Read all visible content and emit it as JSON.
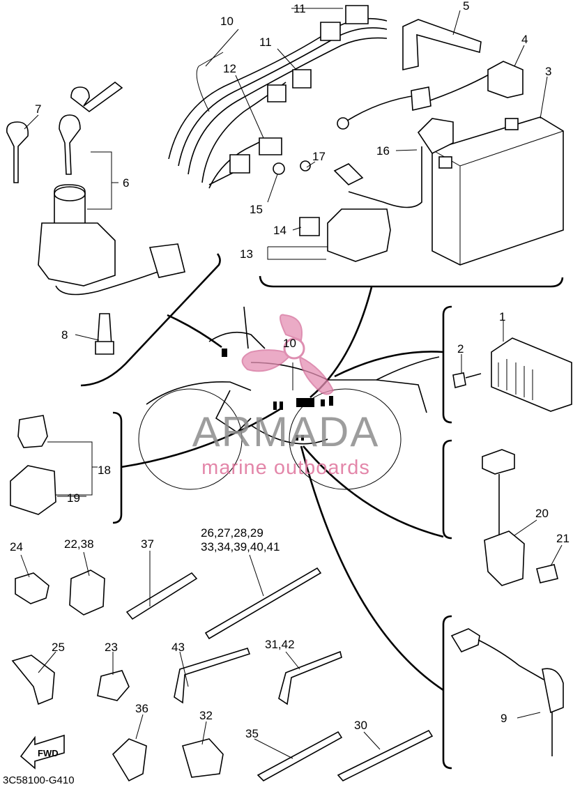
{
  "watermark": {
    "brand": "ARMADA",
    "tagline": "marine outboards"
  },
  "diagram_code": "3C58100-G410",
  "fwd_arrow_label": "FWD",
  "callouts": [
    {
      "id": "c1",
      "text": "1"
    },
    {
      "id": "c2",
      "text": "2"
    },
    {
      "id": "c3",
      "text": "3"
    },
    {
      "id": "c4",
      "text": "4"
    },
    {
      "id": "c5",
      "text": "5"
    },
    {
      "id": "c6",
      "text": "6"
    },
    {
      "id": "c7",
      "text": "7"
    },
    {
      "id": "c8",
      "text": "8"
    },
    {
      "id": "c9",
      "text": "9"
    },
    {
      "id": "c10a",
      "text": "10"
    },
    {
      "id": "c10b",
      "text": "10"
    },
    {
      "id": "c11a",
      "text": "11"
    },
    {
      "id": "c11b",
      "text": "11"
    },
    {
      "id": "c12",
      "text": "12"
    },
    {
      "id": "c13",
      "text": "13"
    },
    {
      "id": "c14",
      "text": "14"
    },
    {
      "id": "c15",
      "text": "15"
    },
    {
      "id": "c16",
      "text": "16"
    },
    {
      "id": "c17",
      "text": "17"
    },
    {
      "id": "c18",
      "text": "18"
    },
    {
      "id": "c19",
      "text": "19"
    },
    {
      "id": "c20",
      "text": "20"
    },
    {
      "id": "c21",
      "text": "21"
    },
    {
      "id": "c22_38",
      "text": "22,38"
    },
    {
      "id": "c23",
      "text": "23"
    },
    {
      "id": "c24",
      "text": "24"
    },
    {
      "id": "c25",
      "text": "25"
    },
    {
      "id": "c26a",
      "text": "26,27,28,29"
    },
    {
      "id": "c26b",
      "text": "33,34,39,40,41"
    },
    {
      "id": "c30",
      "text": "30"
    },
    {
      "id": "c31_42",
      "text": "31,42"
    },
    {
      "id": "c32",
      "text": "32"
    },
    {
      "id": "c35",
      "text": "35"
    },
    {
      "id": "c36",
      "text": "36"
    },
    {
      "id": "c37",
      "text": "37"
    },
    {
      "id": "c43",
      "text": "43"
    }
  ]
}
